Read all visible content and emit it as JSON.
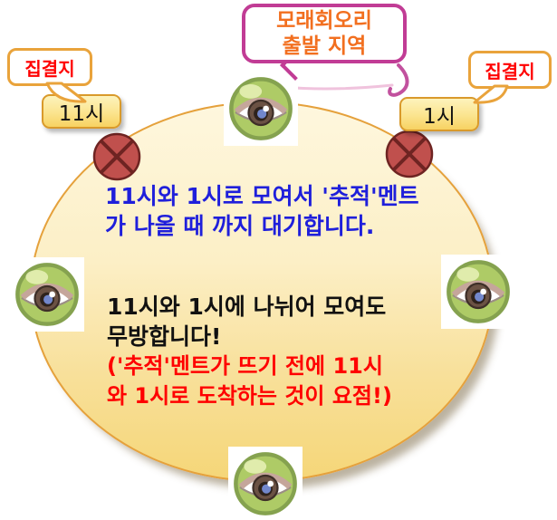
{
  "top_bubble": {
    "line1": "모래회오리",
    "line2": "출발 지역"
  },
  "left_callout": {
    "label": "집결지"
  },
  "right_callout": {
    "label": "집결지"
  },
  "left_button": {
    "label": "11시"
  },
  "right_button": {
    "label": "1시"
  },
  "circle_text": {
    "blue_line1": "11시와 1시로 모여서 '추적'멘트",
    "blue_line2": "가 나올 때 까지 대기합니다.",
    "black_line1": "11시와 1시에 나뉘어 모여도",
    "black_line2": "무방합니다!",
    "red_line1": "('추적'멘트가 뜨기 전에 11시",
    "red_line2": "와 1시로 도착하는 것이 요점!)"
  },
  "icons": {
    "eye": "eye-icon",
    "blocked": "crossed-circle-icon"
  },
  "colors": {
    "bubble_border": "#C13C95",
    "bubble_text": "#F26F1F",
    "callout_border": "#E9A33B",
    "callout_text": "#FF0000",
    "circle_border": "#E5A13C",
    "circle_fill_top": "#FEF7DE",
    "circle_fill_bottom": "#F5D678",
    "x_marker_fill": "#C0504D",
    "x_marker_stroke": "#6E2422",
    "blue_text": "#1F1FDB",
    "red_text": "#FF0000"
  }
}
